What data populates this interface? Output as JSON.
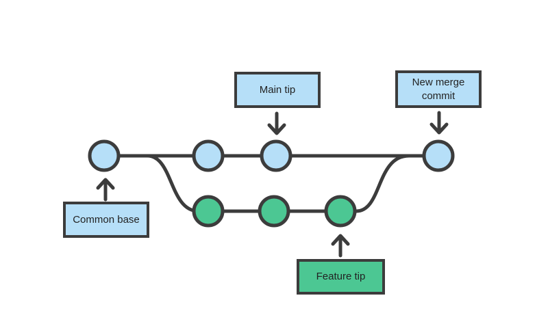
{
  "diagram": {
    "labels": {
      "main_tip": "Main tip",
      "new_merge_commit": "New merge commit",
      "common_base": "Common base",
      "feature_tip": "Feature tip"
    },
    "branches": {
      "main_commit_count": 4,
      "feature_commit_count": 3
    },
    "colors": {
      "main_fill": "#B6DFF8",
      "feature_fill": "#4CC793",
      "line": "#3C3C3C",
      "label_text": "#222222",
      "background": "#FFFFFF"
    }
  }
}
